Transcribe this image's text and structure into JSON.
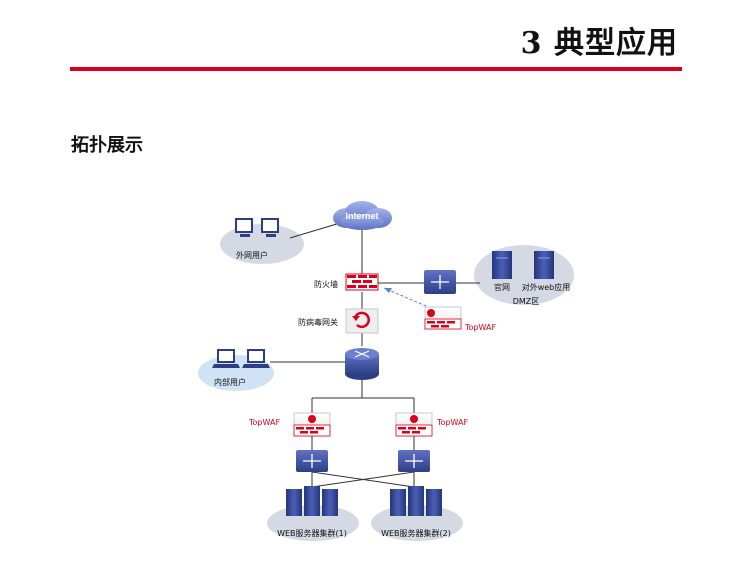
{
  "page": {
    "title": "3 典型应用",
    "subtitle": "拓扑展示"
  },
  "diagram": {
    "internet": "Internet",
    "external_users": "外网用户",
    "firewall": "防火墙",
    "av_gateway": "防病毒网关",
    "internal_users": "内部用户",
    "dmz_label": "DMZ区",
    "server_official": "官网",
    "server_external_web": "对外web应用",
    "waf_dmz": "TopWAF",
    "waf_left": "TopWAF",
    "waf_right": "TopWAF",
    "cluster_1": "WEB服务器集群(1)",
    "cluster_2": "WEB服务器集群(2)"
  },
  "colors": {
    "accent_red": "#d9001b",
    "device_blue": "#3b4e9c",
    "cloud_blue": "#7b8fd6",
    "zone_gray": "#d4d9e3",
    "zone_blue": "#cfe3f5"
  }
}
